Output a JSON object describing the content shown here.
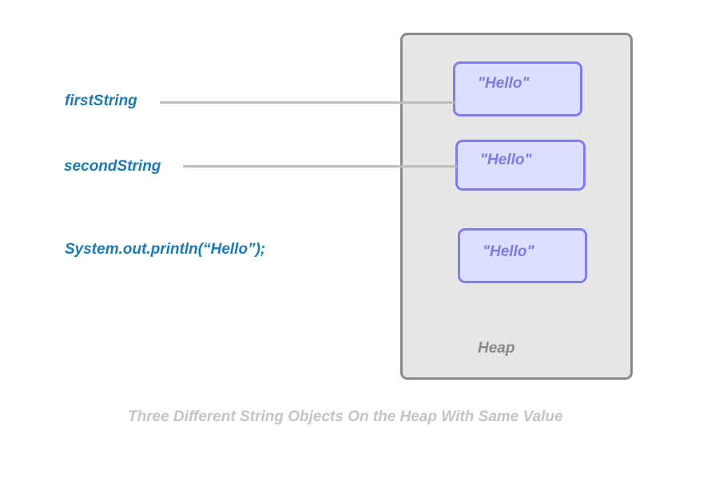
{
  "references": [
    "firstString",
    "secondString",
    "System.out.println(“Hello”);"
  ],
  "objects": [
    "\"Hello\"",
    "\"Hello\"",
    "\"Hello\""
  ],
  "heap_label": "Heap",
  "caption": "Three Different String Objects On the Heap With Same Value",
  "colors": {
    "reference": "#1a7ab8",
    "object_fill": "#dcdfff",
    "object_border": "#7e7ef0",
    "heap_fill": "#e6e6e6",
    "heap_border": "#8a8a8a",
    "connector": "#bdbdbd"
  }
}
